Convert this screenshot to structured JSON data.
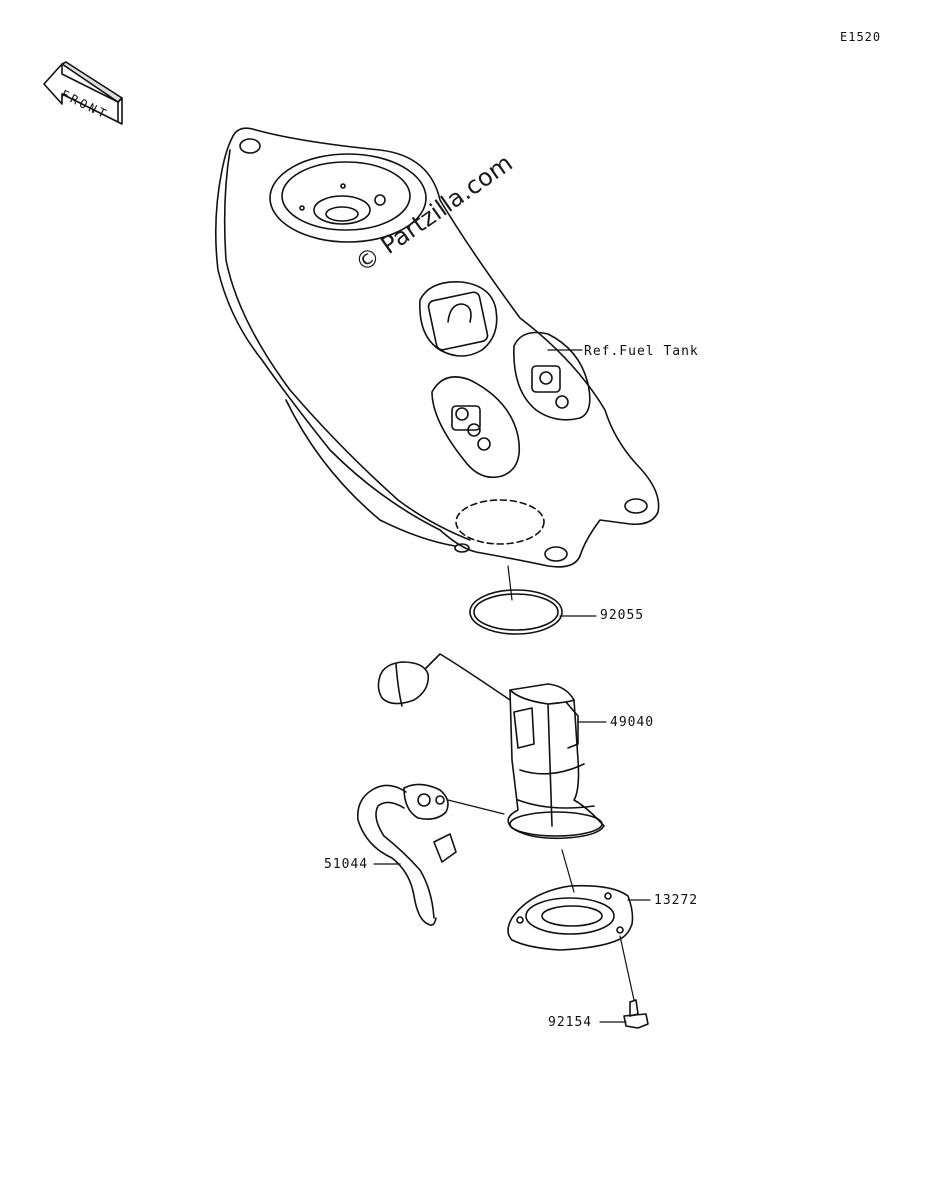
{
  "diagram_code": "E1520",
  "front_label": "FRONT",
  "watermark": "© Partzilla.com",
  "labels": {
    "fuel_tank": "Ref.Fuel Tank",
    "p92055": "92055",
    "p49040": "49040",
    "p51044": "51044",
    "p13272": "13272",
    "p92154": "92154"
  }
}
